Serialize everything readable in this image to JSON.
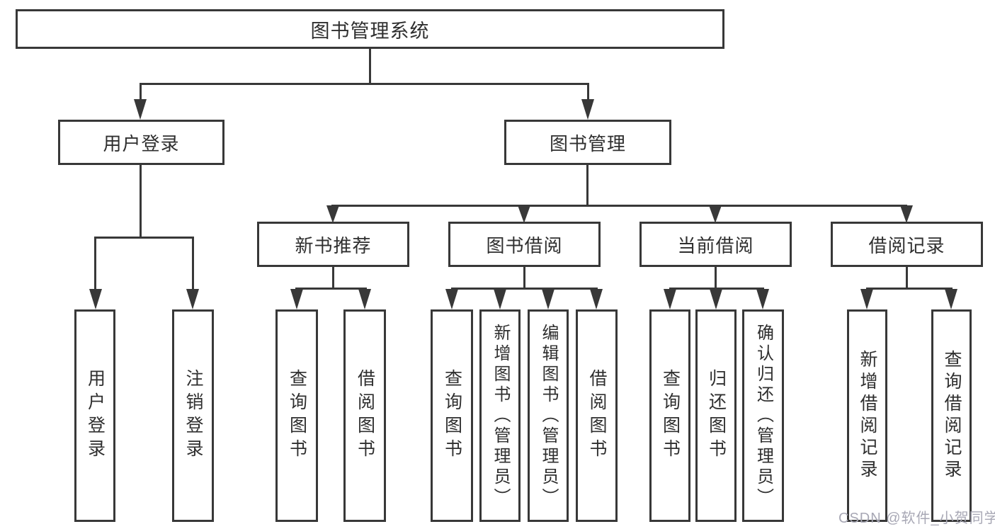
{
  "diagram": {
    "root": "图书管理系统",
    "user_login": {
      "label": "用户登录",
      "children": [
        "用户登录",
        "注销登录"
      ]
    },
    "book_management": {
      "label": "图书管理",
      "sections": [
        {
          "label": "新书推荐",
          "children": [
            "查询图书",
            "借阅图书"
          ]
        },
        {
          "label": "图书借阅",
          "children": [
            "查询图书",
            "新增图书（管理员）",
            "编辑图书（管理员）",
            "借阅图书"
          ]
        },
        {
          "label": "当前借阅",
          "children": [
            "查询图书",
            "归还图书",
            "确认归还（管理员）"
          ]
        },
        {
          "label": "借阅记录",
          "children": [
            "新增借阅记录",
            "查询借阅记录"
          ]
        }
      ]
    }
  },
  "watermark": "CSDN @软件_小贺同学",
  "colors": {
    "line": "#383838",
    "box_border": "#383838",
    "text": "#2f2f2f",
    "watermark": "#a8a8b5",
    "background": "#ffffff"
  }
}
